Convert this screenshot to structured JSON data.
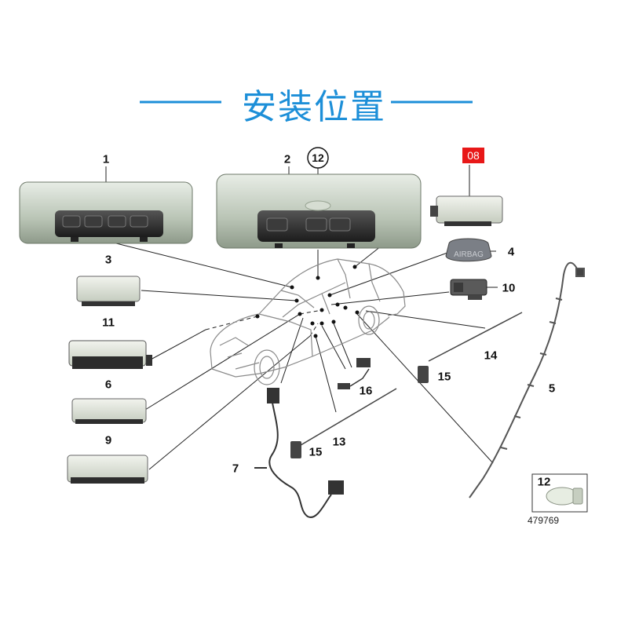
{
  "title": "安装位置",
  "colors": {
    "title_blue": "#1d8fd8",
    "badge_red": "#e81818"
  },
  "badge": "08",
  "reference_number": "479769",
  "callouts": {
    "c1": "1",
    "c2": "2",
    "c3": "3",
    "c4": "4",
    "c5": "5",
    "c6": "6",
    "c7": "7",
    "c9": "9",
    "c10": "10",
    "c11": "11",
    "c12": "12",
    "c13": "13",
    "c14": "14",
    "c15a": "15",
    "c15b": "15",
    "c16": "16"
  },
  "parts": [
    {
      "id": "1",
      "name": "front-interior-light-module"
    },
    {
      "id": "2",
      "name": "rear-interior-light-module"
    },
    {
      "id": "3",
      "name": "reading-light"
    },
    {
      "id": "4",
      "name": "airbag-cover"
    },
    {
      "id": "5",
      "name": "wiring-harness"
    },
    {
      "id": "6",
      "name": "footwell-light"
    },
    {
      "id": "7",
      "name": "cable"
    },
    {
      "id": "9",
      "name": "luggage-light"
    },
    {
      "id": "10",
      "name": "connector"
    },
    {
      "id": "11",
      "name": "glovebox-light"
    },
    {
      "id": "12",
      "name": "bulb"
    },
    {
      "id": "13",
      "name": "wire"
    },
    {
      "id": "14",
      "name": "wire"
    },
    {
      "id": "15",
      "name": "socket"
    },
    {
      "id": "16",
      "name": "switch-connector"
    }
  ],
  "airbag_text": "AIRBAG"
}
